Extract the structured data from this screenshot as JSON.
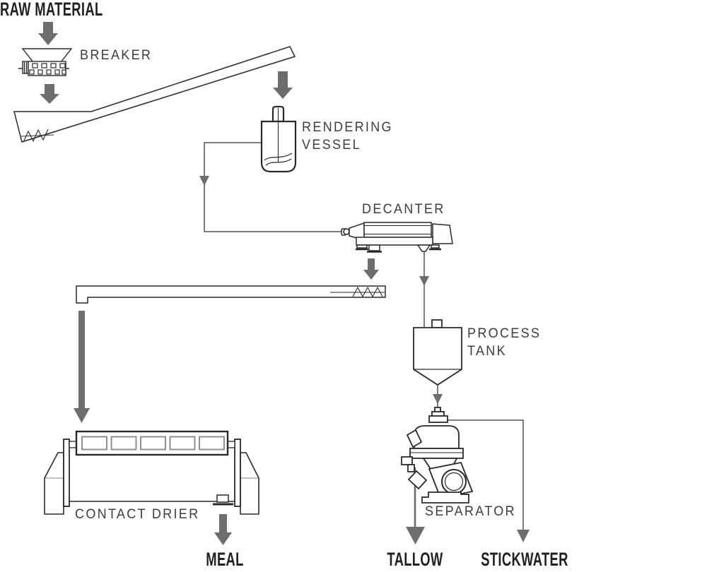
{
  "labels": {
    "raw_material": "RAW MATERIAL",
    "breaker": "BREAKER",
    "rendering_vessel": {
      "line1": "RENDERING",
      "line2": "VESSEL"
    },
    "decanter": "DECANTER",
    "process_tank": {
      "line1": "PROCESS",
      "line2": "TANK"
    },
    "contact_drier": "CONTACT DRIER",
    "separator": "SEPARATOR",
    "meal": "MEAL",
    "tallow": "TALLOW",
    "stickwater": "STICKWATER"
  },
  "colors": {
    "equipment_outline": "#2b2828",
    "flow_gray": "#6d6d6d",
    "window_gray": "#8f8f8f",
    "label_dark": "#232021",
    "label_gray": "#3d3d3d"
  },
  "process_flow": {
    "type": "rendering-plant-flow-diagram",
    "connections": [
      {
        "from": "RAW MATERIAL",
        "to": "BREAKER"
      },
      {
        "from": "BREAKER",
        "to": "INCLINED SCREW CONVEYOR"
      },
      {
        "from": "INCLINED SCREW CONVEYOR",
        "to": "RENDERING VESSEL"
      },
      {
        "from": "RENDERING VESSEL",
        "to": "DECANTER"
      },
      {
        "from": "DECANTER",
        "to": "HORIZONTAL SCREW CONVEYOR"
      },
      {
        "from": "DECANTER",
        "to": "PROCESS TANK"
      },
      {
        "from": "HORIZONTAL SCREW CONVEYOR",
        "to": "CONTACT DRIER"
      },
      {
        "from": "CONTACT DRIER",
        "to": "MEAL"
      },
      {
        "from": "PROCESS TANK",
        "to": "SEPARATOR"
      },
      {
        "from": "SEPARATOR",
        "to": "TALLOW"
      },
      {
        "from": "SEPARATOR",
        "to": "STICKWATER"
      }
    ]
  }
}
